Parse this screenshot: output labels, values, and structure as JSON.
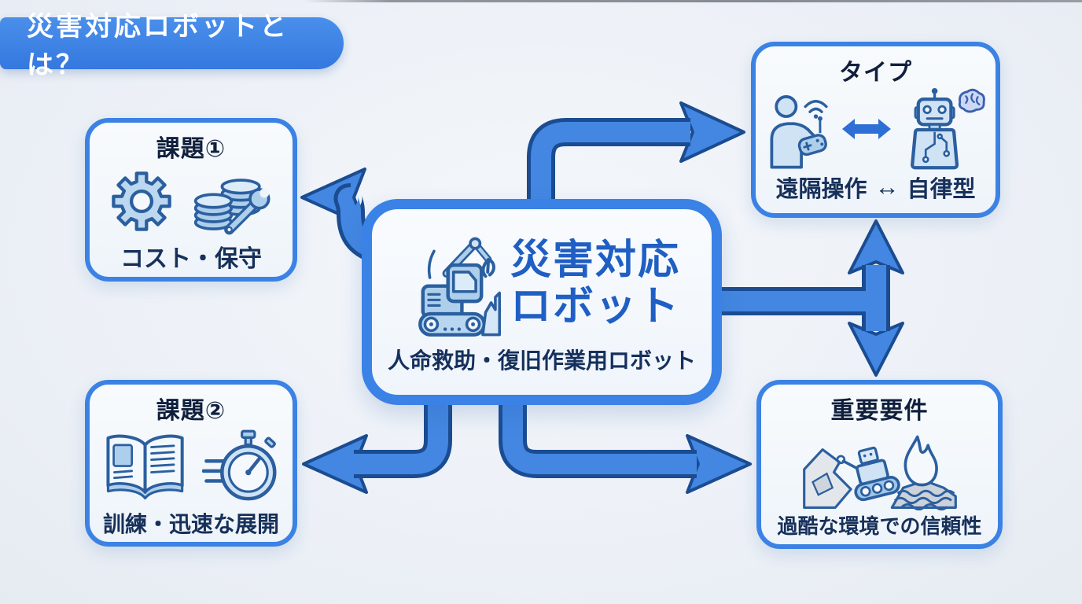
{
  "badge": {
    "label": "災害対応ロボットとは？"
  },
  "center": {
    "title_line1": "災害対応",
    "title_line2": "ロボット",
    "subtitle": "人命救助・復旧作業用ロボット",
    "icon": "rescue-excavator-icon"
  },
  "boxes": {
    "challenge1": {
      "title": "課題①",
      "caption": "コスト・保守",
      "icons": [
        "gear-icon",
        "coins-wrench-icon"
      ]
    },
    "challenge2": {
      "title": "課題②",
      "caption": "訓練・迅速な展開",
      "icons": [
        "open-book-icon",
        "stopwatch-icon"
      ]
    },
    "type": {
      "title": "タイプ",
      "caption_left": "遠隔操作",
      "caption_arrow": "↔",
      "caption_right": "自律型",
      "icons": [
        "operator-with-controller-icon",
        "double-arrow-icon",
        "autonomous-robot-icon",
        "brain-icon"
      ]
    },
    "requirement": {
      "title": "重要要件",
      "caption": "過酷な環境での信頼性",
      "icons": [
        "harsh-environment-scene-icon"
      ]
    }
  },
  "colors": {
    "accent_blue": "#3b82e4",
    "arrow_fill": "#4387e2",
    "arrow_outline": "#1b4c91",
    "title_blue": "#1f5fc4",
    "text_navy": "#15305c",
    "icon_ink": "#2b5f9f",
    "icon_fill": "#aecfec",
    "background": "#edf1f7"
  }
}
